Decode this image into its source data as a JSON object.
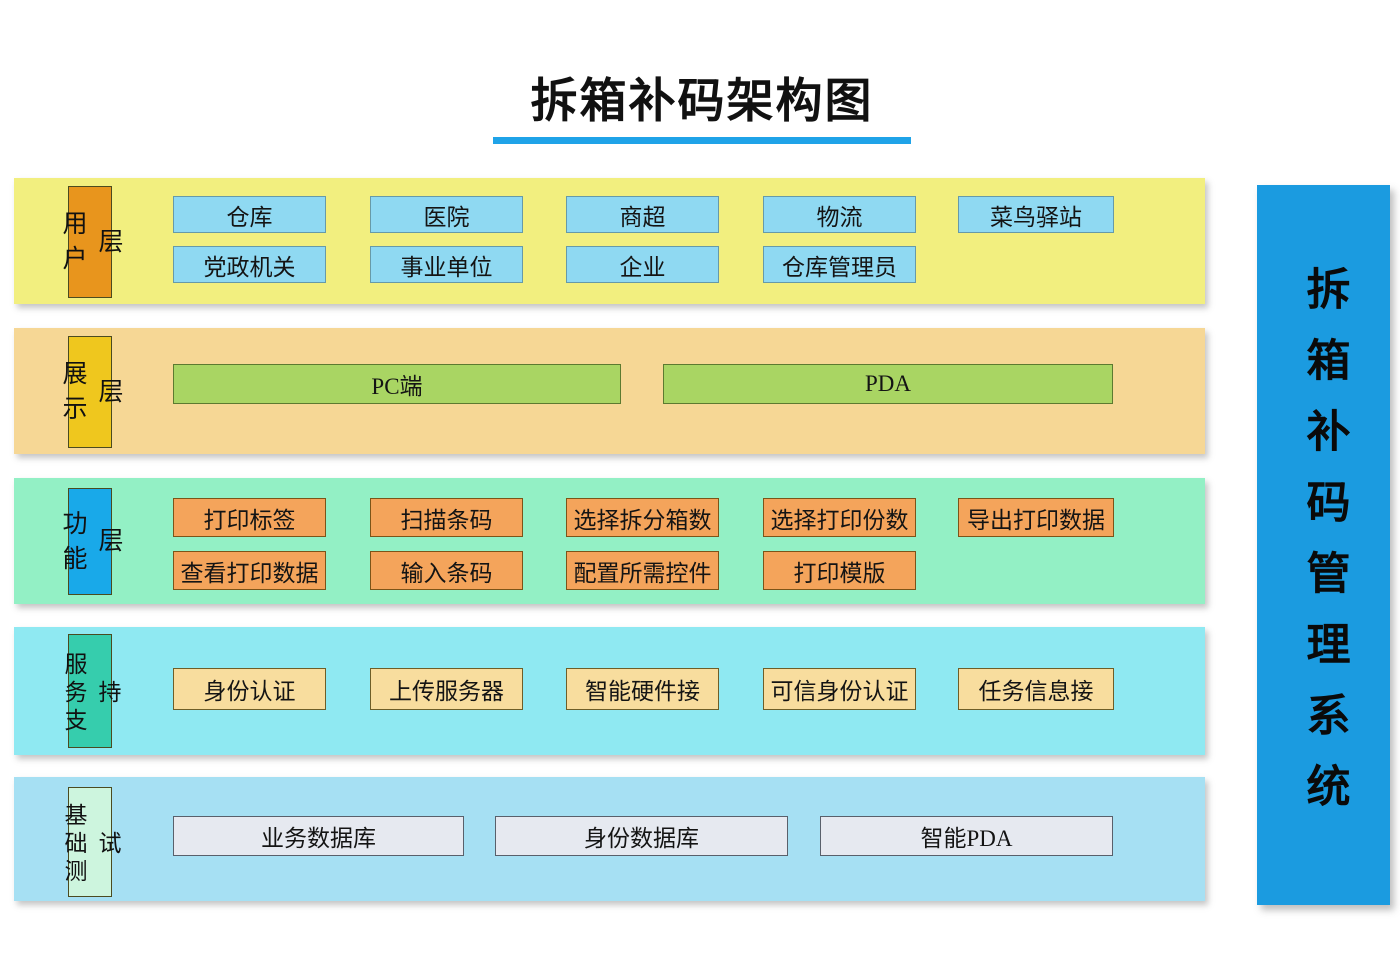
{
  "title": "拆箱补码架构图",
  "sidebar": {
    "text": "拆箱补码管理系统"
  },
  "colors": {
    "title_underline": "#1fa3e8",
    "sidebar_bg": "#1b9be0"
  },
  "layers": [
    {
      "name": "user-layer",
      "label": "用户层",
      "bg": "#f2ef7f",
      "label_bg": "#e8951d",
      "node_bg": "#8fd9f2",
      "rows": [
        [
          "仓库",
          "医院",
          "商超",
          "物流",
          "菜鸟驿站"
        ],
        [
          "党政机关",
          "事业单位",
          "企业",
          "仓库管理员"
        ]
      ]
    },
    {
      "name": "display-layer",
      "label": "展示层",
      "bg": "#f6d795",
      "label_bg": "#efc71e",
      "node_bg": "#a9d563",
      "rows": [
        [
          "PC端",
          "PDA"
        ]
      ]
    },
    {
      "name": "function-layer",
      "label": "功能层",
      "bg": "#93f0c5",
      "label_bg": "#19a9e9",
      "node_bg": "#f4a45b",
      "rows": [
        [
          "打印标签",
          "扫描条码",
          "选择拆分箱数",
          "选择打印份数",
          "导出打印数据"
        ],
        [
          "查看打印数据",
          "输入条码",
          "配置所需控件",
          "打印模版"
        ]
      ]
    },
    {
      "name": "service-support-layer",
      "label": "服务支持",
      "bg": "#8fe9f2",
      "label_bg": "#36cdad",
      "node_bg": "#f8dd9e",
      "rows": [
        [
          "身份认证",
          "上传服务器",
          "智能硬件接",
          "可信身份认证",
          "任务信息接"
        ]
      ]
    },
    {
      "name": "base-test-layer",
      "label": "基础测试",
      "bg": "#a6e0f3",
      "label_bg": "#cdf5de",
      "node_bg": "#e6e9f0",
      "rows": [
        [
          "业务数据库",
          "身份数据库",
          "智能PDA"
        ]
      ]
    }
  ]
}
